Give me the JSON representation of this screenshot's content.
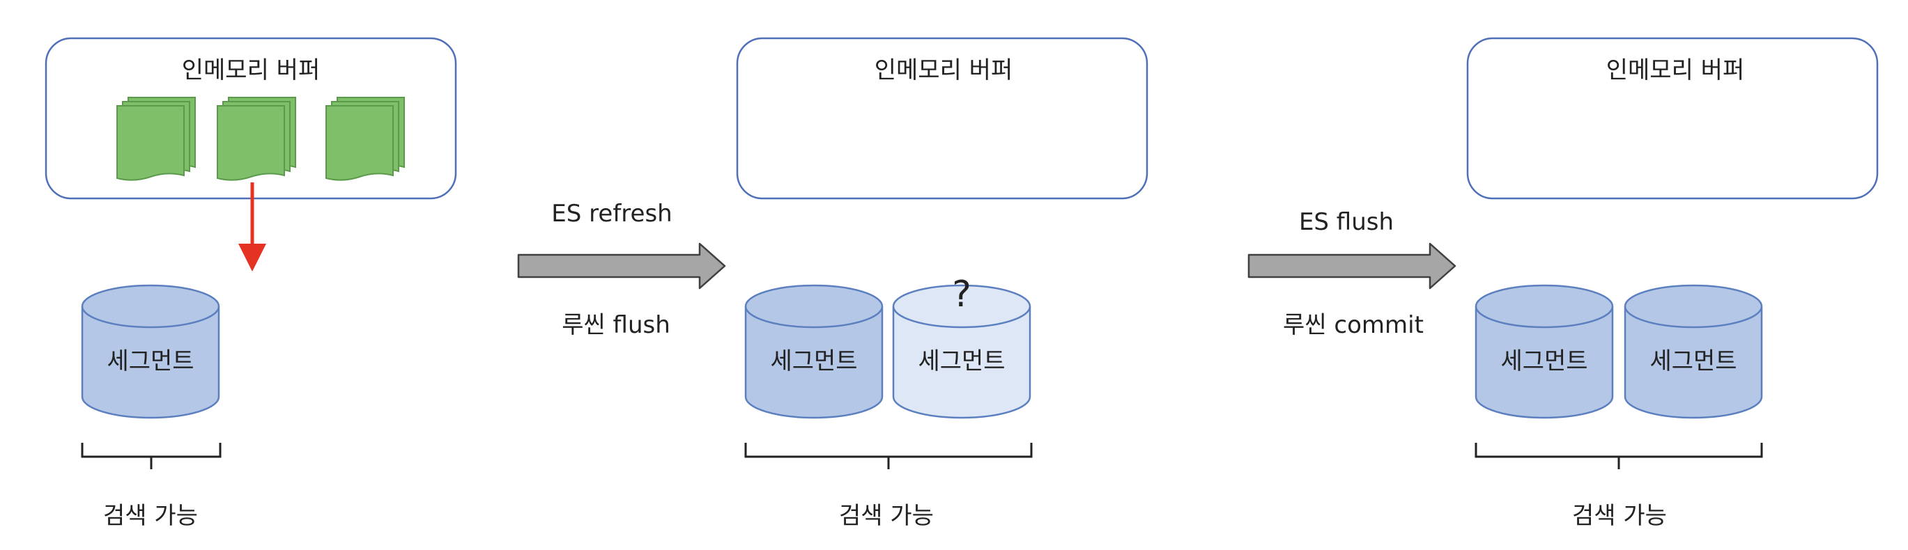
{
  "colors": {
    "buffer_border": "#4f6fb8",
    "segment_fill": "#b4c7e7",
    "segment_fill_new": "#dde7f6",
    "segment_stroke": "#5b7fbf",
    "document_fill": "#7fbf6a",
    "document_stroke": "#5a9a4a",
    "flow_arrow": "#e53323",
    "process_arrow_fill": "#a6a6a6",
    "process_arrow_stroke": "#404040",
    "text": "#222222"
  },
  "stages": [
    {
      "buffer_label": "인메모리 버퍼",
      "segments": [
        "세그먼트"
      ],
      "searchable_label": "검색 가능"
    },
    {
      "buffer_label": "인메모리 버퍼",
      "segments": [
        "세그먼트",
        "세그먼트"
      ],
      "new_segment_mark": "?",
      "searchable_label": "검색 가능"
    },
    {
      "buffer_label": "인메모리 버퍼",
      "segments": [
        "세그먼트",
        "세그먼트"
      ],
      "searchable_label": "검색 가능"
    }
  ],
  "transitions": [
    {
      "top_label": "ES refresh",
      "bottom_label": "루씬 flush"
    },
    {
      "top_label": "ES flush",
      "bottom_label": "루씬 commit"
    }
  ],
  "icons": {
    "document_stack": "document-stack-icon",
    "segment": "database-cylinder-icon"
  }
}
